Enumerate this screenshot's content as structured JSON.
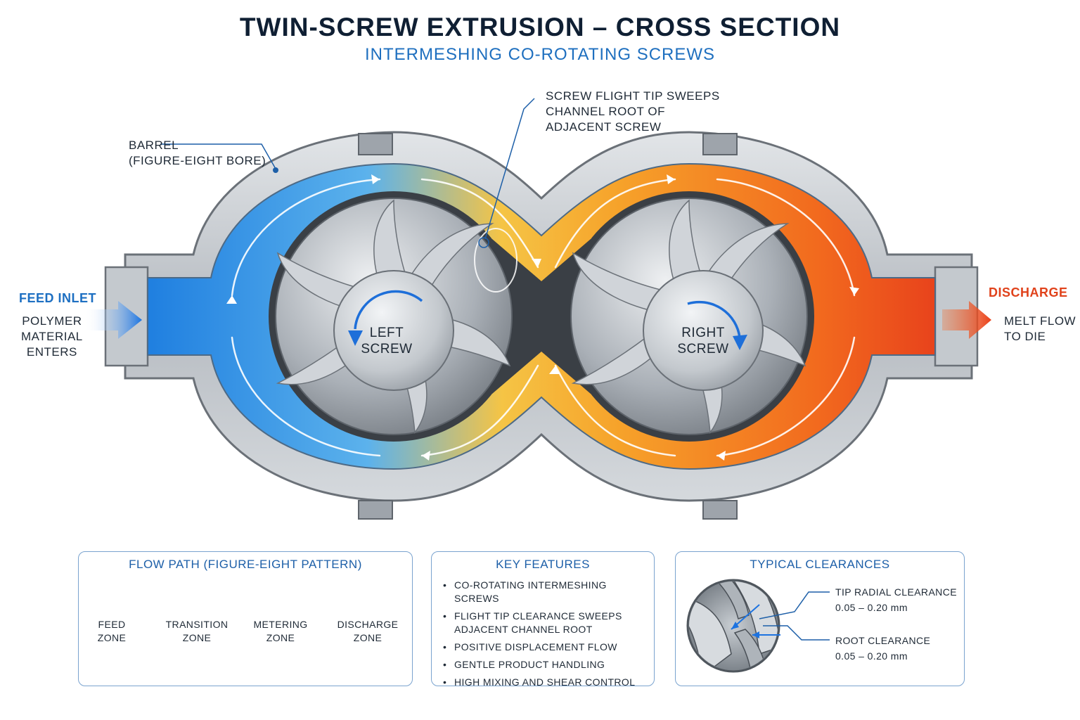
{
  "header": {
    "title": "TWIN-SCREW EXTRUSION – CROSS SECTION",
    "subtitle": "INTERMESHING CO-ROTATING SCREWS"
  },
  "callouts": {
    "barrel_line1": "BARREL",
    "barrel_line2": "(FIGURE-EIGHT BORE)",
    "tip_line1": "SCREW FLIGHT TIP SWEEPS",
    "tip_line2": "CHANNEL ROOT OF",
    "tip_line3": "ADJACENT SCREW",
    "feed_title": "FEED INLET",
    "feed_line1": "POLYMER",
    "feed_line2": "MATERIAL",
    "feed_line3": "ENTERS",
    "discharge_title": "DISCHARGE",
    "discharge_line1": "MELT FLOW",
    "discharge_line2": "TO DIE"
  },
  "screws": {
    "left_line1": "LEFT",
    "left_line2": "SCREW",
    "right_line1": "RIGHT",
    "right_line2": "SCREW"
  },
  "flow_panel": {
    "title": "FLOW PATH (FIGURE-EIGHT PATTERN)",
    "zones": [
      {
        "line1": "FEED",
        "line2": "ZONE",
        "color": "#1a6fd6"
      },
      {
        "line1": "TRANSITION",
        "line2": "ZONE",
        "color": "#8cc6e8"
      },
      {
        "line1": "METERING",
        "line2": "ZONE",
        "color": "#f4a62a"
      },
      {
        "line1": "DISCHARGE",
        "line2": "ZONE",
        "color": "#e8431c"
      }
    ]
  },
  "features_panel": {
    "title": "KEY FEATURES",
    "items": [
      {
        "line1": "CO-ROTATING INTERMESHING SCREWS",
        "line2": ""
      },
      {
        "line1": "FLIGHT TIP CLEARANCE SWEEPS",
        "line2": "ADJACENT CHANNEL ROOT"
      },
      {
        "line1": "POSITIVE DISPLACEMENT FLOW",
        "line2": ""
      },
      {
        "line1": "GENTLE PRODUCT HANDLING",
        "line2": ""
      },
      {
        "line1": "HIGH MIXING AND SHEAR CONTROL",
        "line2": ""
      }
    ]
  },
  "clearance_panel": {
    "title": "TYPICAL CLEARANCES",
    "tip_label": "TIP RADIAL CLEARANCE",
    "tip_value": "0.05 – 0.20 mm",
    "root_label": "ROOT CLEARANCE",
    "root_value": "0.05 – 0.20 mm"
  },
  "colors": {
    "cold": "#2f8de0",
    "hot": "#f0621e",
    "accent": "#1e6fbf",
    "steel": "#b9bec4"
  }
}
